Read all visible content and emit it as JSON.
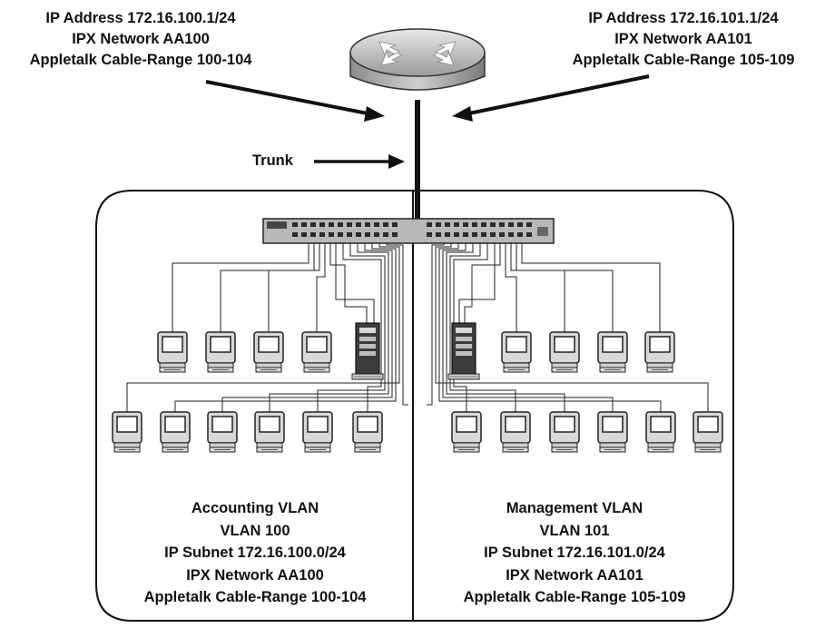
{
  "left_router_label": [
    "IP Address 172.16.100.1/24",
    "IPX Network AA100",
    "Appletalk Cable-Range 100-104"
  ],
  "right_router_label": [
    "IP Address 172.16.101.1/24",
    "IPX Network AA101",
    "Appletalk Cable-Range 105-109"
  ],
  "trunk_label": "Trunk",
  "accounting_vlan": {
    "lines": [
      "Accounting VLAN",
      "VLAN 100",
      "IP Subnet 172.16.100.0/24",
      "IPX Network AA100",
      "Appletalk Cable-Range 100-104"
    ]
  },
  "management_vlan": {
    "lines": [
      "Management VLAN",
      "VLAN 101",
      "IP Subnet 172.16.101.0/24",
      "IPX Network AA101",
      "Appletalk Cable-Range 105-109"
    ]
  },
  "icons": [
    "router-icon",
    "switch-icon",
    "workstation-icon",
    "server-icon"
  ]
}
